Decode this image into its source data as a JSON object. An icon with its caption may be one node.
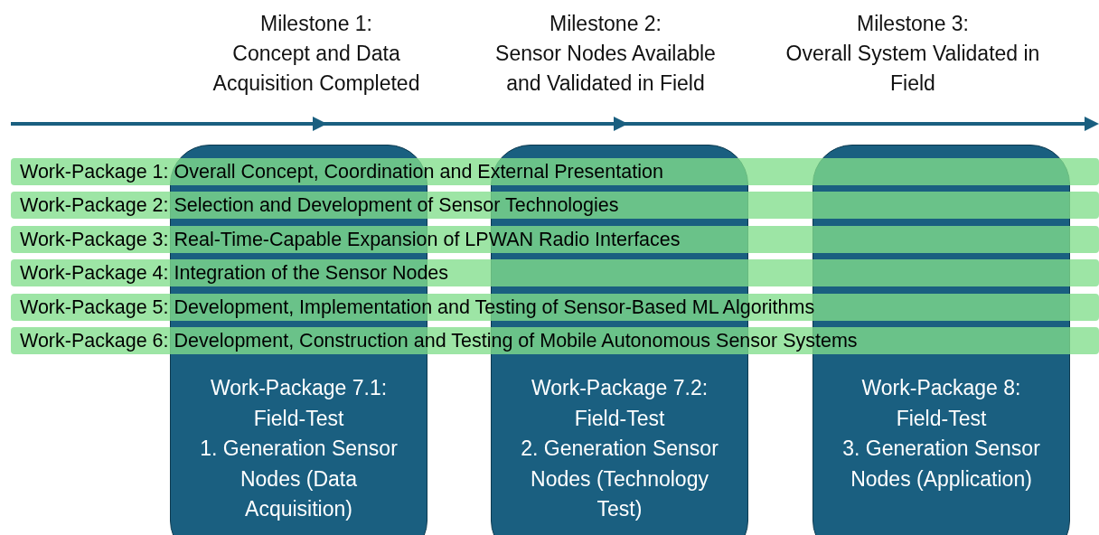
{
  "diagram": {
    "nodes": [
      {
        "text": [
          "Work-Package 1: Overall Concept, Coordination and External Presentation"
        ]
      },
      {
        "text": [
          "Work-Package 2: Selection and Development of Sensor Technologies"
        ]
      },
      {
        "text": [
          "Work-Package 3: Real-Time-Capable Expansion of LPWAN Radio Interfaces"
        ]
      },
      {
        "text": [
          "Work-Package 4: Integration of the Sensor Nodes"
        ]
      },
      {
        "text": [
          "Work-Package 5: Development, Implementation and Testing of Sensor-Based ML Algorithms"
        ]
      },
      {
        "text": [
          "Work-Package 6: Development, Construction and Testing of Mobile Autonomous Sensor Systems"
        ]
      },
      {
        "text": [
          "Work-Package 7.1: Field-Test",
          "1. Generation Sensor Nodes (Data Acquisition)"
        ]
      },
      {
        "text": [
          "Work-Package 7.2: Field-Test",
          "2. Generation Sensor Nodes (Technology Test)"
        ]
      },
      {
        "text": [
          "Work-Package 8: Field-Test",
          "3. Generation Sensor Nodes (Application)"
        ]
      }
    ],
    "edges": [],
    "labels": [
      "Milestone 1:",
      "Concept and Data Acquisition Completed",
      "Milestone 2:",
      "Sensor Nodes Available and Validated in Field",
      "Milestone 3:",
      "Overall System Validated in Field"
    ]
  }
}
